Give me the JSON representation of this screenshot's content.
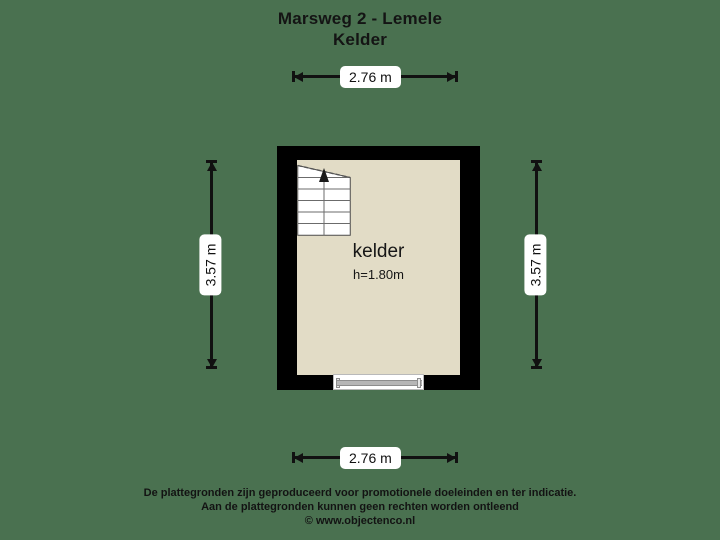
{
  "title": {
    "line1": "Marsweg 2 - Lemele",
    "line2": "Kelder"
  },
  "colors": {
    "background": "#4a7150",
    "wall": "#000000",
    "room_fill": "#e2dcc6",
    "dimension": "#111111",
    "label_background": "#ffffff",
    "text": "#141414"
  },
  "dimensions": {
    "top": {
      "value": "2.76 m",
      "orientation": "horizontal"
    },
    "bottom": {
      "value": "2.76 m",
      "orientation": "horizontal"
    },
    "left": {
      "value": "3.57 m",
      "orientation": "vertical"
    },
    "right": {
      "value": "3.57 m",
      "orientation": "vertical"
    }
  },
  "plan": {
    "room": {
      "name": "kelder",
      "height_label": "h=1.80m"
    },
    "features": {
      "stairs": "staircase-up",
      "window": "basement-window"
    }
  },
  "footer": {
    "line1": "De plattegronden zijn geproduceerd voor promotionele doeleinden en ter indicatie.",
    "line2": "Aan de plattegronden kunnen geen rechten worden ontleend",
    "line3": "© www.objectenco.nl"
  }
}
